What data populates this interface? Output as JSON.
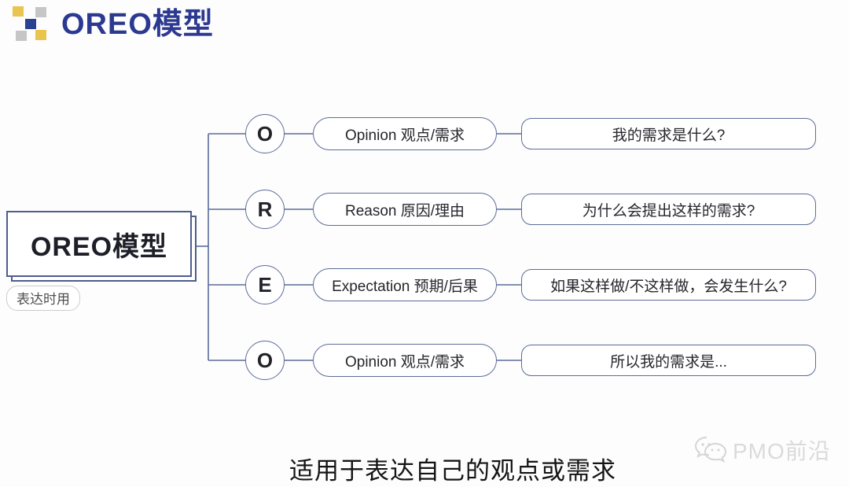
{
  "header": {
    "title": "OREO模型",
    "logo": "four-color-squares-logo-icon"
  },
  "root_node": {
    "title": "OREO模型",
    "tag": "表达时用"
  },
  "rows": [
    {
      "letter": "O",
      "label": "Opinion 观点/需求",
      "question": "我的需求是什么?"
    },
    {
      "letter": "R",
      "label": "Reason 原因/理由",
      "question": "为什么会提出这样的需求?"
    },
    {
      "letter": "E",
      "label": "Expectation 预期/后果",
      "question": "如果这样做/不这样做，会发生什么?"
    },
    {
      "letter": "O",
      "label": "Opinion 观点/需求",
      "question": "所以我的需求是..."
    }
  ],
  "caption": "适用于表达自己的观点或需求",
  "watermark": {
    "icon": "wechat-chat-bubbles-icon",
    "text": "PMO前沿"
  },
  "colors": {
    "title_blue": "#2b3990",
    "line_blue": "#5c6c9a",
    "logo_yellow": "#e9c44f",
    "logo_gray": "#c6c6c6",
    "logo_blue": "#2b4191",
    "watermark_gray": "#dadada"
  }
}
